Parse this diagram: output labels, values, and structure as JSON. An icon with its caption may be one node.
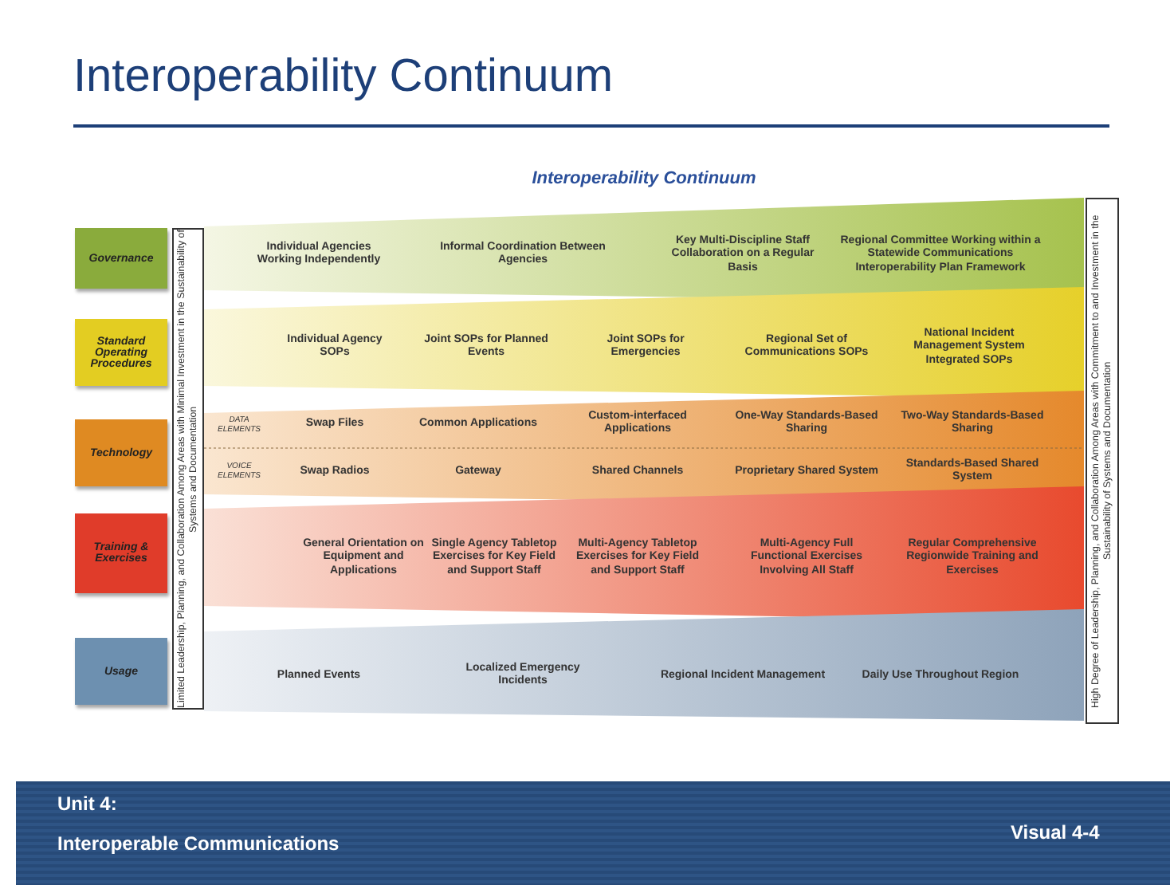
{
  "diagram": {
    "title": "Interoperability Continuum",
    "nodes": [
      {
        "text": [
          "Governance"
        ]
      },
      {
        "text": [
          "Individual Agencies Working Independently",
          "Informal Coordination Between Agencies",
          "Key Multi-Discipline Staff Collaboration on a Regular Basis",
          "Regional Committee Working within a Statewide Communications Interoperability Plan Framework"
        ]
      },
      {
        "text": [
          "Standard Operating Procedures"
        ]
      },
      {
        "text": [
          "Individual Agency SOPs",
          "Joint SOPs for Planned Events",
          "Joint SOPs for Emergencies",
          "Regional Set of Communications SOPs",
          "National Incident Management System Integrated SOPs"
        ]
      },
      {
        "text": [
          "Technology"
        ]
      },
      {
        "text": [
          "DATA ELEMENTS",
          "Swap Files",
          "Common Applications",
          "Custom-interfaced Applications",
          "One-Way Standards-Based Sharing",
          "Two-Way Standards-Based Sharing",
          "VOICE ELEMENTS",
          "Swap Radios",
          "Gateway",
          "Shared Channels",
          "Proprietary Shared System",
          "Standards-Based Shared System"
        ]
      },
      {
        "text": [
          "Training & Exercises"
        ]
      },
      {
        "text": [
          "General Orientation on Equipment and Applications",
          "Single Agency Tabletop Exercises for Key Field and Support Staff",
          "Multi-Agency Tabletop Exercises for Key Field and Support Staff",
          "Multi-Agency Full Functional Exercises Involving All Staff",
          "Regular Comprehensive Regionwide Training and Exercises"
        ]
      },
      {
        "text": [
          "Usage"
        ]
      },
      {
        "text": [
          "Planned Events",
          "Localized Emergency Incidents",
          "Regional Incident Management",
          "Daily Use Throughout Region"
        ]
      },
      {
        "text": [
          "Limited Leadership, Planning, and Collaboration Among Areas with Minimal Investment in the Sustainability of Systems and Documentation"
        ]
      },
      {
        "text": [
          "High Degree of Leadership, Planning, and Collaboration Among Areas with Commitment to and Investment in the Sustainability of Systems and Documentation"
        ]
      }
    ],
    "labels": [
      "Interoperability Continuum",
      "Unit 4:",
      "Interoperable Communications",
      "Visual 4-4"
    ]
  }
}
